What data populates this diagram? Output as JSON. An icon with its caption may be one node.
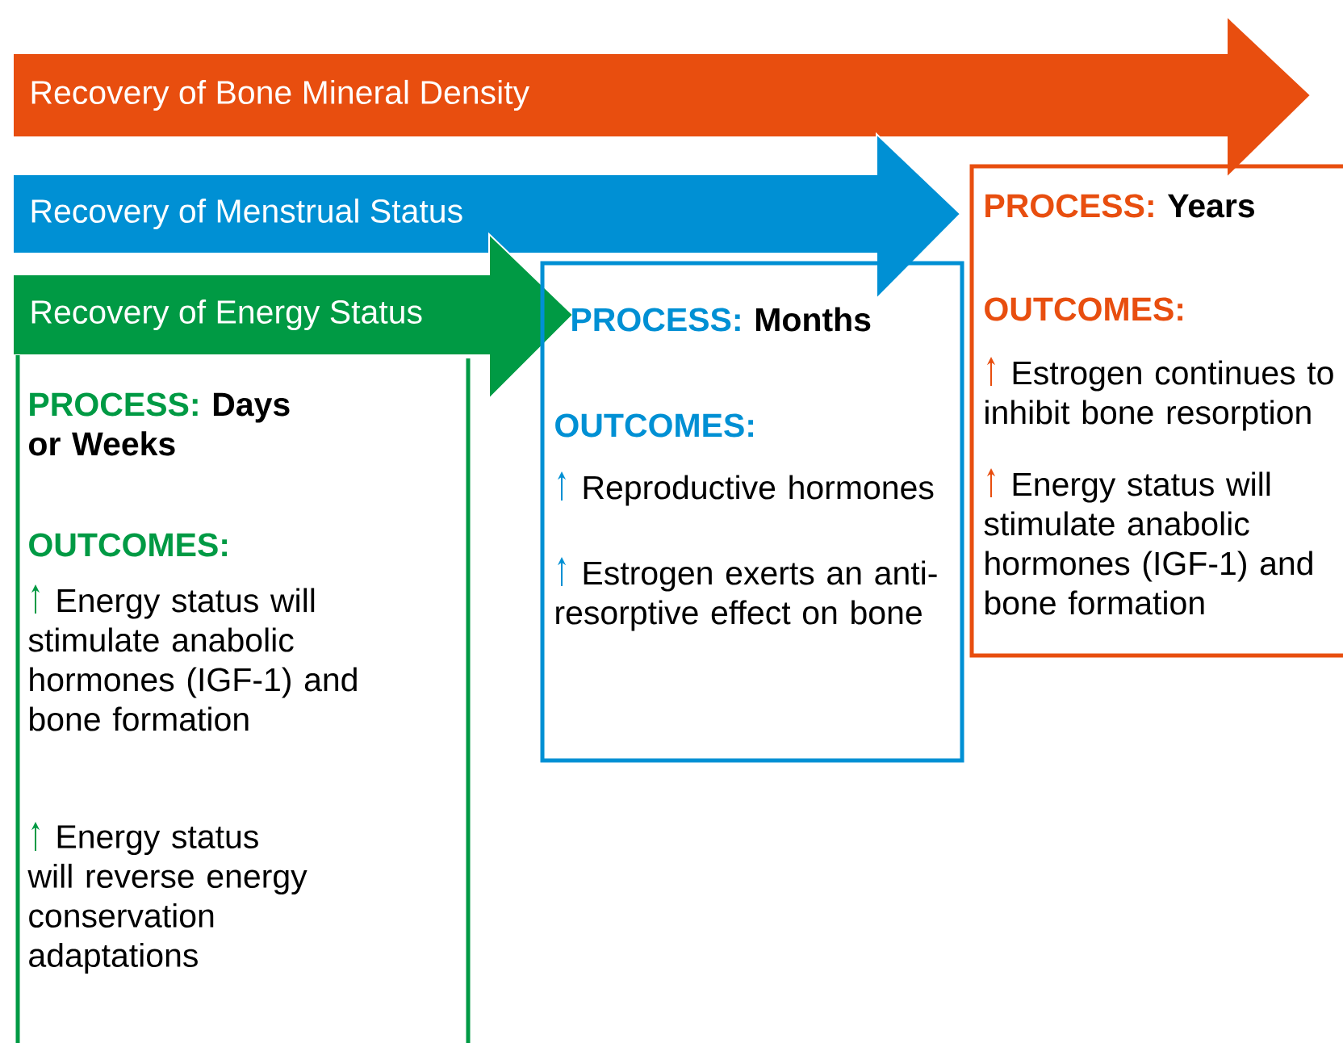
{
  "diagram": {
    "nodes": [
      {
        "text": [
          "Recovery of Bone Mineral Density"
        ]
      },
      {
        "text": [
          "Recovery of Menstrual Status"
        ]
      },
      {
        "text": [
          "Recovery of Energy Status"
        ]
      },
      {
        "text": [
          "PROCESS:",
          "Days or Weeks",
          "OUTCOMES:",
          "Energy status will stimulate anabolic hormones (IGF-1) and bone formation",
          "Energy status will reverse energy conservation adaptations"
        ]
      },
      {
        "text": [
          "PROCESS:",
          "Months",
          "OUTCOMES:",
          "Reproductive hormones",
          "Estrogen exerts an anti-resorptive effect on bone"
        ]
      },
      {
        "text": [
          "PROCESS:",
          "Years",
          "OUTCOMES:",
          "Estrogen continues to inhibit bone resorption",
          "Energy status will stimulate anabolic hormones (IGF-1) and bone formation"
        ]
      }
    ]
  }
}
